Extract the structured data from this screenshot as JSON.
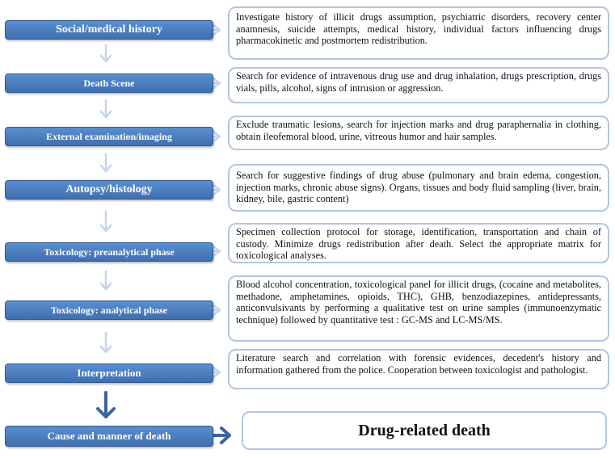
{
  "steps": [
    {
      "label": "Social/medical history",
      "description": "Investigate history of illicit drugs assumption, psychiatric disorders, recovery center anamnesis, suicide attempts, medical history, individual factors influencing drugs pharmacokinetic and postmortem redistribution."
    },
    {
      "label": "Death Scene",
      "description": "Search for evidence of intravenous drug use and drug inhalation, drugs prescription, drugs vials, pills, alcohol, signs of intrusion or aggression."
    },
    {
      "label": "External examination/imaging",
      "description": "Exclude traumatic lesions, search for injection marks and drug paraphernalia in clothing, obtain ileofemoral blood, urine, vitreous humor and hair samples."
    },
    {
      "label": "Autopsy/histology",
      "description": "Search for suggestive findings of drug abuse (pulmonary and brain edema, congestion, injection marks, chronic abuse signs). Organs, tissues and body fluid sampling (liver, brain, kidney, bile, gastric content)"
    },
    {
      "label": "Toxicology: preanalytical phase",
      "description": "Specimen collection protocol for storage, identification, transportation and chain of custody. Minimize drugs redistribution after death. Select the appropriate matrix for toxicological analyses."
    },
    {
      "label": "Toxicology: analytical phase",
      "description": "Blood alcohol concentration, toxicological panel for illicit drugs, (cocaine and metabolites, methadone, amphetamines, opioids, THC), GHB, benzodiazepines, antidepressants, anticonvulsivants by performing a qualitative test on urine samples (immunoenzymatic technique) followed by quantitative test : GC-MS and LC-MS/MS."
    },
    {
      "label": "Interpretation",
      "description": "Literature search and correlation with forensic evidences, decedent's history and information gathered from the police. Cooperation between toxicologist and pathologist."
    }
  ],
  "final_step": {
    "label": "Cause and manner of death"
  },
  "outcome": "Drug-related death",
  "colors": {
    "step_fill": "#4a7cc0",
    "arrow_light": "#c5d5ea",
    "arrow_dark": "#3a64a0",
    "box_border": "#b3c6df"
  }
}
